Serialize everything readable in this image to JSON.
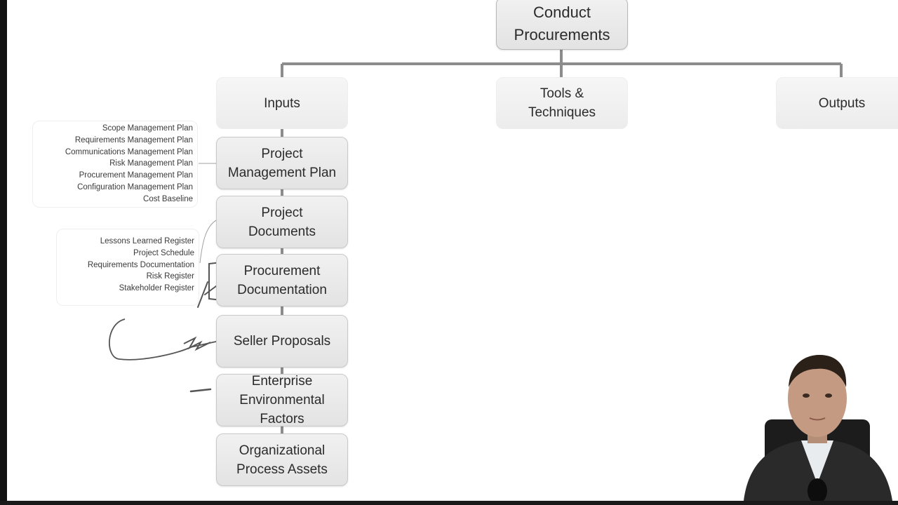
{
  "diagram": {
    "root": "Conduct\nProcurements",
    "categories": [
      {
        "key": "inputs",
        "label": "Inputs"
      },
      {
        "key": "tools",
        "label": "Tools &\nTechniques"
      },
      {
        "key": "outputs",
        "label": "Outputs"
      }
    ],
    "inputs": [
      "Project\nManagement Plan",
      "Project\nDocuments",
      "Procurement\nDocumentation",
      "Seller Proposals",
      "Enterprise\nEnvironmental\nFactors",
      "Organizational\nProcess Assets"
    ],
    "pm_plan_components": [
      "Scope Management Plan",
      "Requirements Management Plan",
      "Communications Management Plan",
      "Risk Management Plan",
      "Procurement Management Plan",
      "Configuration Management Plan",
      "Cost Baseline"
    ],
    "project_document_components": [
      "Lessons Learned Register",
      "Project Schedule",
      "Requirements Documentation",
      "Risk Register",
      "Stakeholder Register"
    ]
  },
  "colors": {
    "box_fill": "#e8e8e8",
    "box_border": "#c9c9c9",
    "connector": "#8c8c8c",
    "ink": "#555555"
  }
}
